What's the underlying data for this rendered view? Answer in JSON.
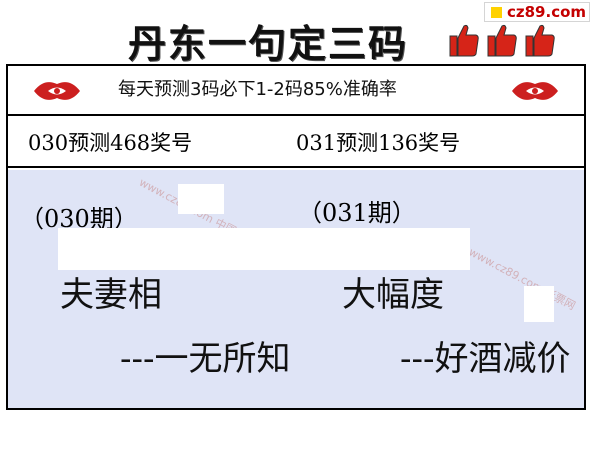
{
  "header": {
    "title": "丹东一句定三码",
    "site_badge": "cz89.com"
  },
  "icons": {
    "thumbs_up": "thumbs-up-icon",
    "lottery_logo": "welfare-lottery-logo-icon"
  },
  "colors": {
    "thumb_red": "#d62418",
    "logo_red": "#cc1f1f",
    "panel_blue": "#dfe4f6",
    "badge_text": "#c40000",
    "badge_square": "#ffd200"
  },
  "banner": {
    "text": "每天预测3码必下1-2码85%准确率"
  },
  "predictions": {
    "left_label": "030预测468奖号",
    "right_label": "031预测136奖号"
  },
  "panel": {
    "period_left": "（030期）",
    "period_right": "（031期）",
    "phrase_left_1": "夫妻相",
    "phrase_right_1": "大幅度",
    "phrase_left_2": "---一无所知",
    "phrase_right_2": "---好酒减价"
  }
}
